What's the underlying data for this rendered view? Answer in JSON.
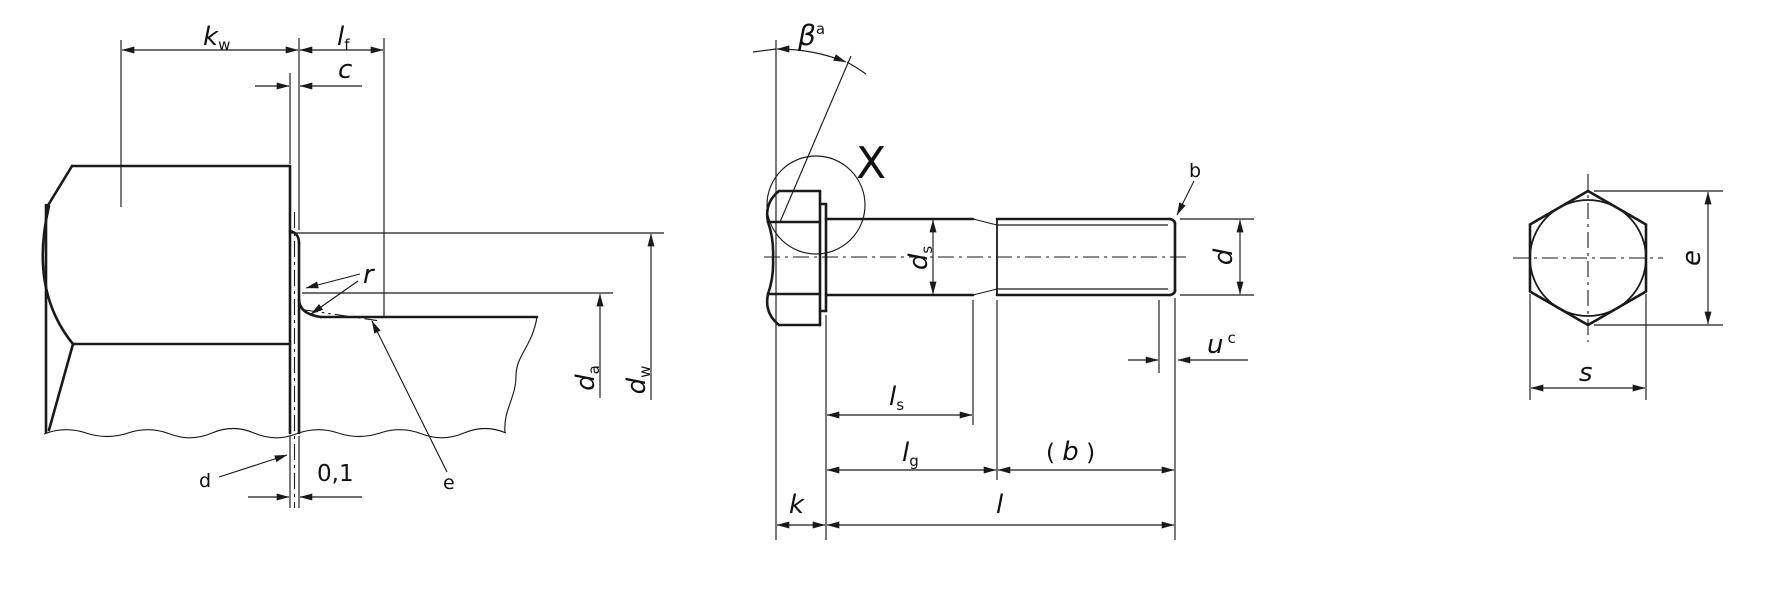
{
  "style": {
    "line_color": "#1a1a1a",
    "background": "#ffffff"
  },
  "left_view": {
    "kw_base": "k",
    "kw_sub": "w",
    "lf_base": "l",
    "lf_sub": "f",
    "c": "c",
    "r": "r",
    "da_base": "d",
    "da_sub": "a",
    "dw_base": "d",
    "dw_sub": "w",
    "runout_tolerance": "0,1",
    "footnote_d": "d",
    "footnote_e": "e"
  },
  "middle_view": {
    "beta_base": "β",
    "beta_sup": "a",
    "detail_marker": "X",
    "footnote_b": "b",
    "ds_base": "d",
    "ds_sub": "s",
    "d": "d",
    "u_base": "u",
    "u_sup": "c",
    "ls_base": "l",
    "ls_sub": "s",
    "lg_base": "l",
    "lg_sub": "g",
    "b_open": "( ",
    "b_mid": "b",
    "b_close": " )",
    "k": "k",
    "l": "l"
  },
  "right_view": {
    "e": "e",
    "s": "s"
  }
}
